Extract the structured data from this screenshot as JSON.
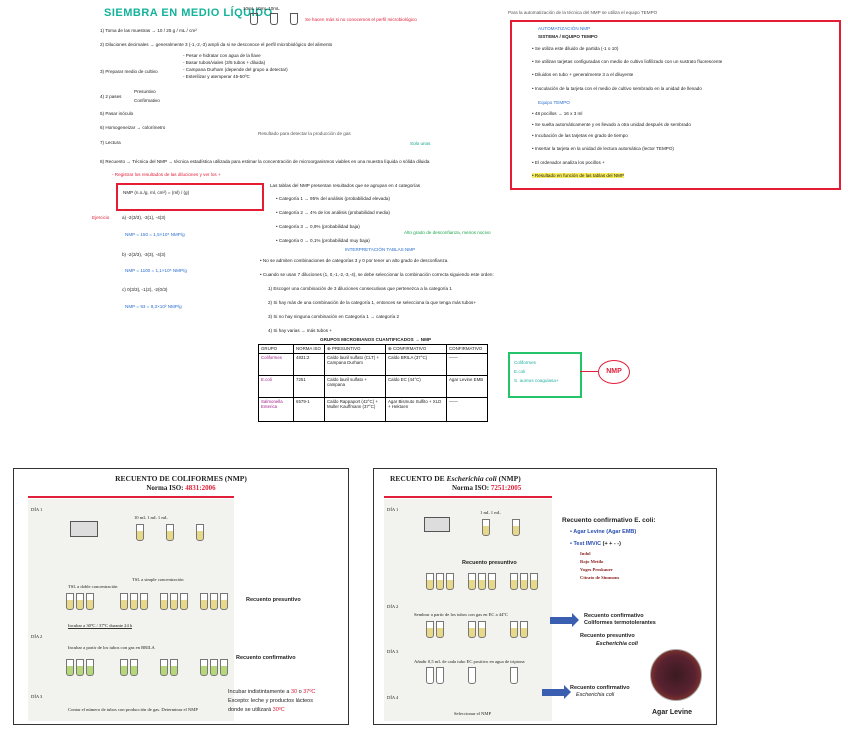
{
  "notes": {
    "title": "SIEMBRA EN MEDIO LÍQUIDO",
    "tubes_label": "10mL 10mL 10mL",
    "top_red_note": "Se hacen más si no conocemos el perfil microbiológico",
    "steps": [
      "1) Toma de las muestras → 10 / 25 g / mL / cm²",
      "2) Diluciones decimales → generalmente 3 (-1,-2,-3) ampli da si se desconoce el perfil microbiológico del alimento",
      "3) Preparar medio de cultivo",
      "4) 2 pases",
      "5) Pasar inóculo",
      "6) Homogeneizar → colorímetro",
      "7) Lectura",
      "8) Recuento → Técnica del NMP → técnica estadística utilizada para estimar la concentración de microorganismos viables en una muestra líquida o sólida diluida"
    ],
    "medio_items": [
      "- Pesar e hidratar con agua de la llave",
      "- Basar tubos/viales (3/5 tubos + diluida)",
      "- Campana Durham (depende del grupo a detectar)",
      "- Esterilizar y atemperar 45-50ºC"
    ],
    "pases_items": [
      "Presuntivo",
      "Confirmativo"
    ],
    "registrar": "- Registrar los resultados de las diluciones y ver los +",
    "formula": "NMP (n.o./g, ml, cm²) = (ml) / (g)",
    "ejercicio": "Ejercicio",
    "calc_a": "a) -2(3/3), -3(1), -4(3)",
    "calc_b": "b) -2(3/3), -3(3), -4(3)",
    "calc_c": "c) 0(3/3), -1(2), -2(0/3)",
    "nmp_results": [
      "NMP = 150 = 1,5×10⁵ NMP/g",
      "NMP = 1100 = 1,1×10⁵ NMP/g",
      "NMP = 93 = 9,3×10² NMP/g"
    ],
    "tabla_intro": "Las tablas del NMP presentan resultados que se agrupan en 4 categorías",
    "categorias": [
      "• Categoría 1 → 95% del análisis (probabilidad elevada)",
      "• Categoría 2 → 4% de los análisis (probabilidad media)",
      "• Categoría 3 → 0,9% (probabilidad baja)",
      "• Categoría 0 → 0,1% (probabilidad muy baja)"
    ],
    "alto_grado": "Alto grado de desconfianza, menos nocivo",
    "interpretacion": "INTERPRETACIÓN TABLAS NMP",
    "no_se_admiten": "• No se admiten combinaciones de categorías 3 y 0 por tener un alto grado de desconfianza.",
    "cuando_se_usan": "• Cuando se usan 7 diluciones (1, 0,-1,-2,-3,-4), se debe seleccionar la combinación correcta siguiendo este orden:",
    "orden": [
      "1) Escoger una combinación de 3 diluciones consecutivas que pertenezca a la categoría 1",
      "2) Si hay más de una combinación de la categoría 1, entonces se selecciona la que tenga más tubos+",
      "3) Si no hay ninguna combinación en Categoría 1 → categoría 2",
      "4) Si hay varias → más tubos +"
    ],
    "solo_unos": "Solo unos",
    "pinchar_note": "Resultado para detectar la producción de gas"
  },
  "auto_box": {
    "header": "Para la automatización de la técnica del NMP se utiliza el equipo TEMPO",
    "title": "AUTOMATIZACIÓN NMP",
    "subtitle": "SISTEMA / EQUIPO TEMPO",
    "items": [
      "• Se utiliza este diluido de partida (-1 o 10)",
      "• Se utilizan tarjetas configuradas con medio de cultivo liofilizado con un sustrato fluorescente",
      "• Diluidos en tubo + generalmente 3 a el diluyente",
      "• Inoculación de la tarjeta con el medio de cultivo sembrado en la unidad de llenado",
      "Equipo TEMPO",
      "• 48 pocillos → 16 x 3 ml",
      "• Se suelta automáticamente y es llevado a otra unidad después de sembrado",
      "• Incubación de las tarjetas en grado de tiempo",
      "• Insertar la tarjeta en la unidad de lectura automática (lector TEMPO)",
      "• El ordenador analiza los pocillos +",
      "• Resultado en función de las tablas del NMP"
    ]
  },
  "table": {
    "caption": "GRUPOS MICROBIANOS CUANTIFICADOS → NMP",
    "headers": [
      "GRUPO",
      "NORMA ISO",
      "⊕ PRESUNTIVO",
      "⊕ CONFIRMATIVO",
      "CONFIRMATIVO"
    ],
    "rows": [
      {
        "grupo": "Coliformes",
        "norma": "4831:2",
        "presuntivo": "Caldo lauril sulfato (CLT) + Campana Durham",
        "confirmativo": "Caldo BRILA (37°C)",
        "extra": "——"
      },
      {
        "grupo": "E.coli",
        "norma": "7251",
        "presuntivo": "Caldo lauril sulfato + campana",
        "confirmativo": "Caldo EC (44°C)",
        "extra": "Agar Levine EMB"
      },
      {
        "grupo": "Salmonella Enterica",
        "norma": "6579-1",
        "presuntivo": "Caldo Rappaport (42°C) + Muller Kauffmann (37°C)",
        "confirmativo": "Agar Bismuto Sulfito + XLD + Hektoen",
        "extra": "——"
      }
    ]
  },
  "nmp_side": {
    "lines": [
      "Coliformes",
      "E.coli",
      "S. aureus coagulasa+"
    ],
    "bubble": "NMP"
  },
  "panel_left": {
    "title": "RECUENTO DE COLIFORMES (NMP)",
    "norma_label": "Norma ISO: ",
    "norma_value": "4831:2006",
    "dia1": "DÍA 1",
    "dia2": "DÍA 2",
    "dia3": "DÍA 3",
    "presuntivo": "Recuento presuntivo",
    "confirmativo": "Recuento confirmativo",
    "incubar_prefix": "Incubar indistintamente a ",
    "temp1": "30",
    "o_text": " o ",
    "temp2": "37ºC",
    "excepto": "Excepto: leche y productos lácteos",
    "donde_prefix": "donde se utilizará ",
    "temp3": "30ºC",
    "scan_tsl": "TSL a doble concentración",
    "scan_tsl2": "TSL a simple concentración",
    "scan_incubar": "Incubar a 30ºC / 37ºC durante 24 h",
    "scan_brila": "Incubar a partir de los tubos con gas en BRILA",
    "scan_final": "Contar el número de tubos con producción de gas. Determinar el NMP",
    "scan_ml": "10 mL   1 mL   1 mL"
  },
  "panel_right": {
    "title_prefix": "RECUENTO DE ",
    "title_italic": "Escherichia coli",
    "title_suffix": " (NMP)",
    "norma_label": "Norma ISO: ",
    "norma_value": "7251:2005",
    "dia1": "DÍA 1",
    "dia2": "DÍA 2",
    "dia3": "DÍA 3",
    "dia4": "DÍA 4",
    "confirm_title": "Recuento confirmativo E. coli:",
    "bullet1": "Agar Levine (Agar EMB)",
    "bullet2_prefix": "Test IMViC ",
    "bullet2_signs": "(+ + - -)",
    "imvic": [
      "Indol",
      "Rojo Metilo",
      "Voges Proskauer",
      "Citrato de Simmons"
    ],
    "presuntivo": "Recuento presuntivo",
    "conf_termo_1": "Recuento confirmativo",
    "conf_termo_2": "Coliformes termotolerantes",
    "presuntivo_ecoli_1": "Recuento presuntivo",
    "presuntivo_ecoli_2": "Escherichia coli",
    "conf_ecoli_1": "Recuento confirmativo",
    "conf_ecoli_2": "Escherichia coli",
    "agar": "Agar Levine",
    "scan_ml": "1 mL   1 mL",
    "scan_ec": "Sembrar a partir de los tubos con gas en EC a 44ºC",
    "scan_agua": "Añadir 0,5 mL de cada tubo EC positivo en agua de triptona",
    "scan_final": "Seleccionar el NMP"
  },
  "colors": {
    "teal": "#13a38c",
    "red": "#e51c34",
    "blue": "#2a6fd0",
    "green": "#1aa84a",
    "arrow": "#3a5fb0"
  }
}
